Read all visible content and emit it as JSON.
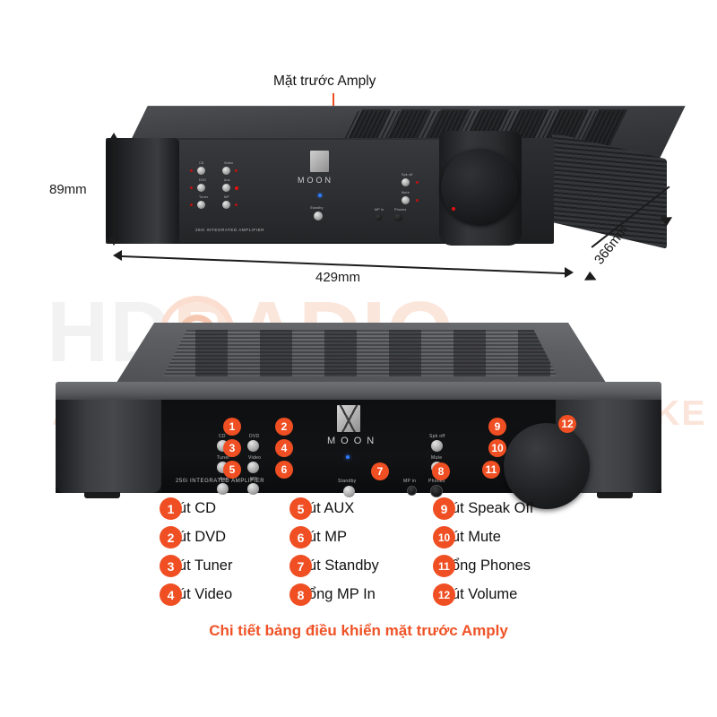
{
  "callout": {
    "title": "Mặt trước Amply"
  },
  "dimensions": {
    "height": "89mm",
    "width": "429mm",
    "depth": "366mm"
  },
  "watermark": {
    "brand_hd": "HD",
    "brand_radio": "RADIO",
    "tagline": "AUDIO - HOME CINEMA - KARAOKE"
  },
  "device": {
    "brand": "MOON",
    "model_line": "250i INTEGRATED AMPLIFIER",
    "controls": [
      {
        "label": "CD"
      },
      {
        "label": "DVD"
      },
      {
        "label": "Tuner"
      },
      {
        "label": "Video"
      },
      {
        "label": "Aux"
      },
      {
        "label": "MP"
      },
      {
        "label": "Standby"
      },
      {
        "label": "MP in"
      },
      {
        "label": "Spk off"
      },
      {
        "label": "Mute"
      },
      {
        "label": "Phones"
      }
    ]
  },
  "legend": {
    "items": [
      {
        "num": "1",
        "label": "Nút CD"
      },
      {
        "num": "2",
        "label": "Nút DVD"
      },
      {
        "num": "3",
        "label": "Nút Tuner"
      },
      {
        "num": "4",
        "label": "Nút Video"
      },
      {
        "num": "5",
        "label": "Nút AUX"
      },
      {
        "num": "6",
        "label": "Nút MP"
      },
      {
        "num": "7",
        "label": "Nút Standby"
      },
      {
        "num": "8",
        "label": "Cổng MP In"
      },
      {
        "num": "9",
        "label": "Nút Speak Off"
      },
      {
        "num": "10",
        "label": "Nút Mute"
      },
      {
        "num": "11",
        "label": "Cổng Phones"
      },
      {
        "num": "12",
        "label": "Nút Volume"
      }
    ]
  },
  "caption": "Chi tiết bảng điều khiển mặt trước Amply",
  "colors": {
    "accent": "#ef4f23",
    "caption": "#ef5226",
    "text": "#111111"
  }
}
